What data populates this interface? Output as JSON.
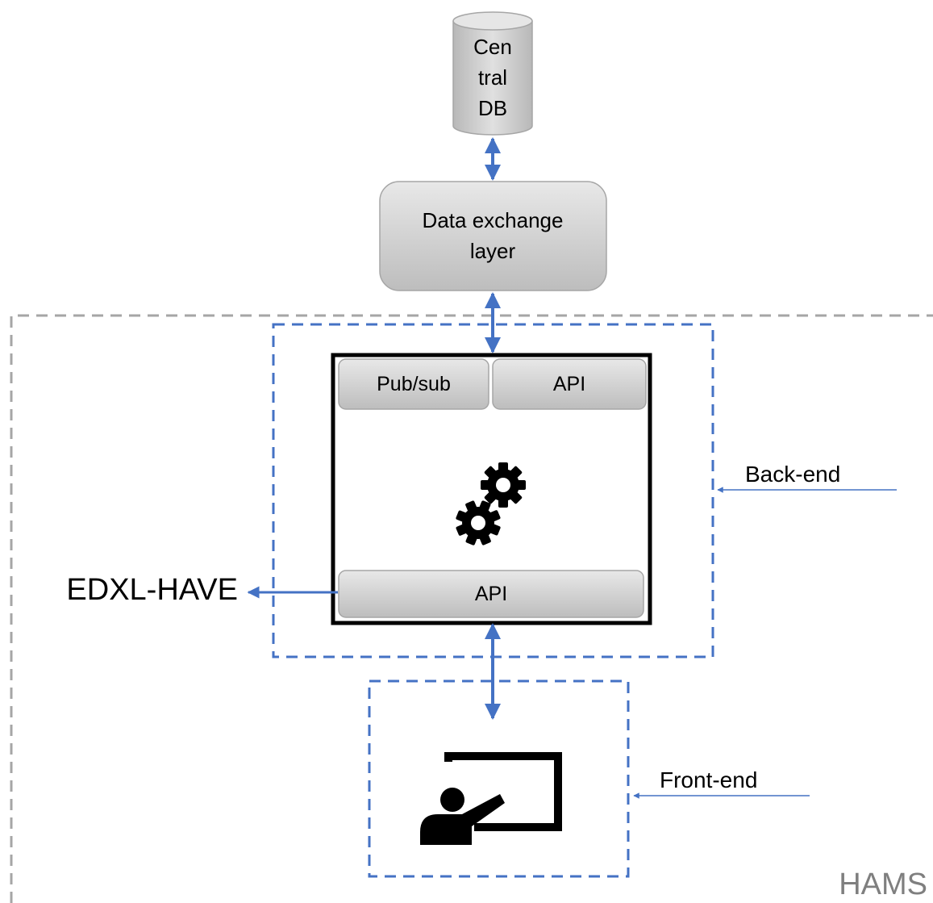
{
  "nodes": {
    "central_db": {
      "lines": [
        "Cen",
        "tral",
        "DB"
      ]
    },
    "data_exchange": {
      "lines": [
        "Data exchange",
        "layer"
      ]
    },
    "pub_sub": "Pub/sub",
    "api_top": "API",
    "api_bottom": "API"
  },
  "labels": {
    "backend": "Back-end",
    "frontend": "Front-end",
    "edxl": "EDXL-HAVE",
    "hams": "HAMS"
  },
  "icons": {
    "gears": "gears-icon",
    "presenter": "presentation-board-icon"
  },
  "colors": {
    "connector": "#4472C4",
    "grey_dash": "#A6A6A6",
    "node_fill_top": "#E6E6E6",
    "node_fill_bottom": "#BFBFBF",
    "text": "#000000",
    "hams_text": "#7F7F7F"
  }
}
